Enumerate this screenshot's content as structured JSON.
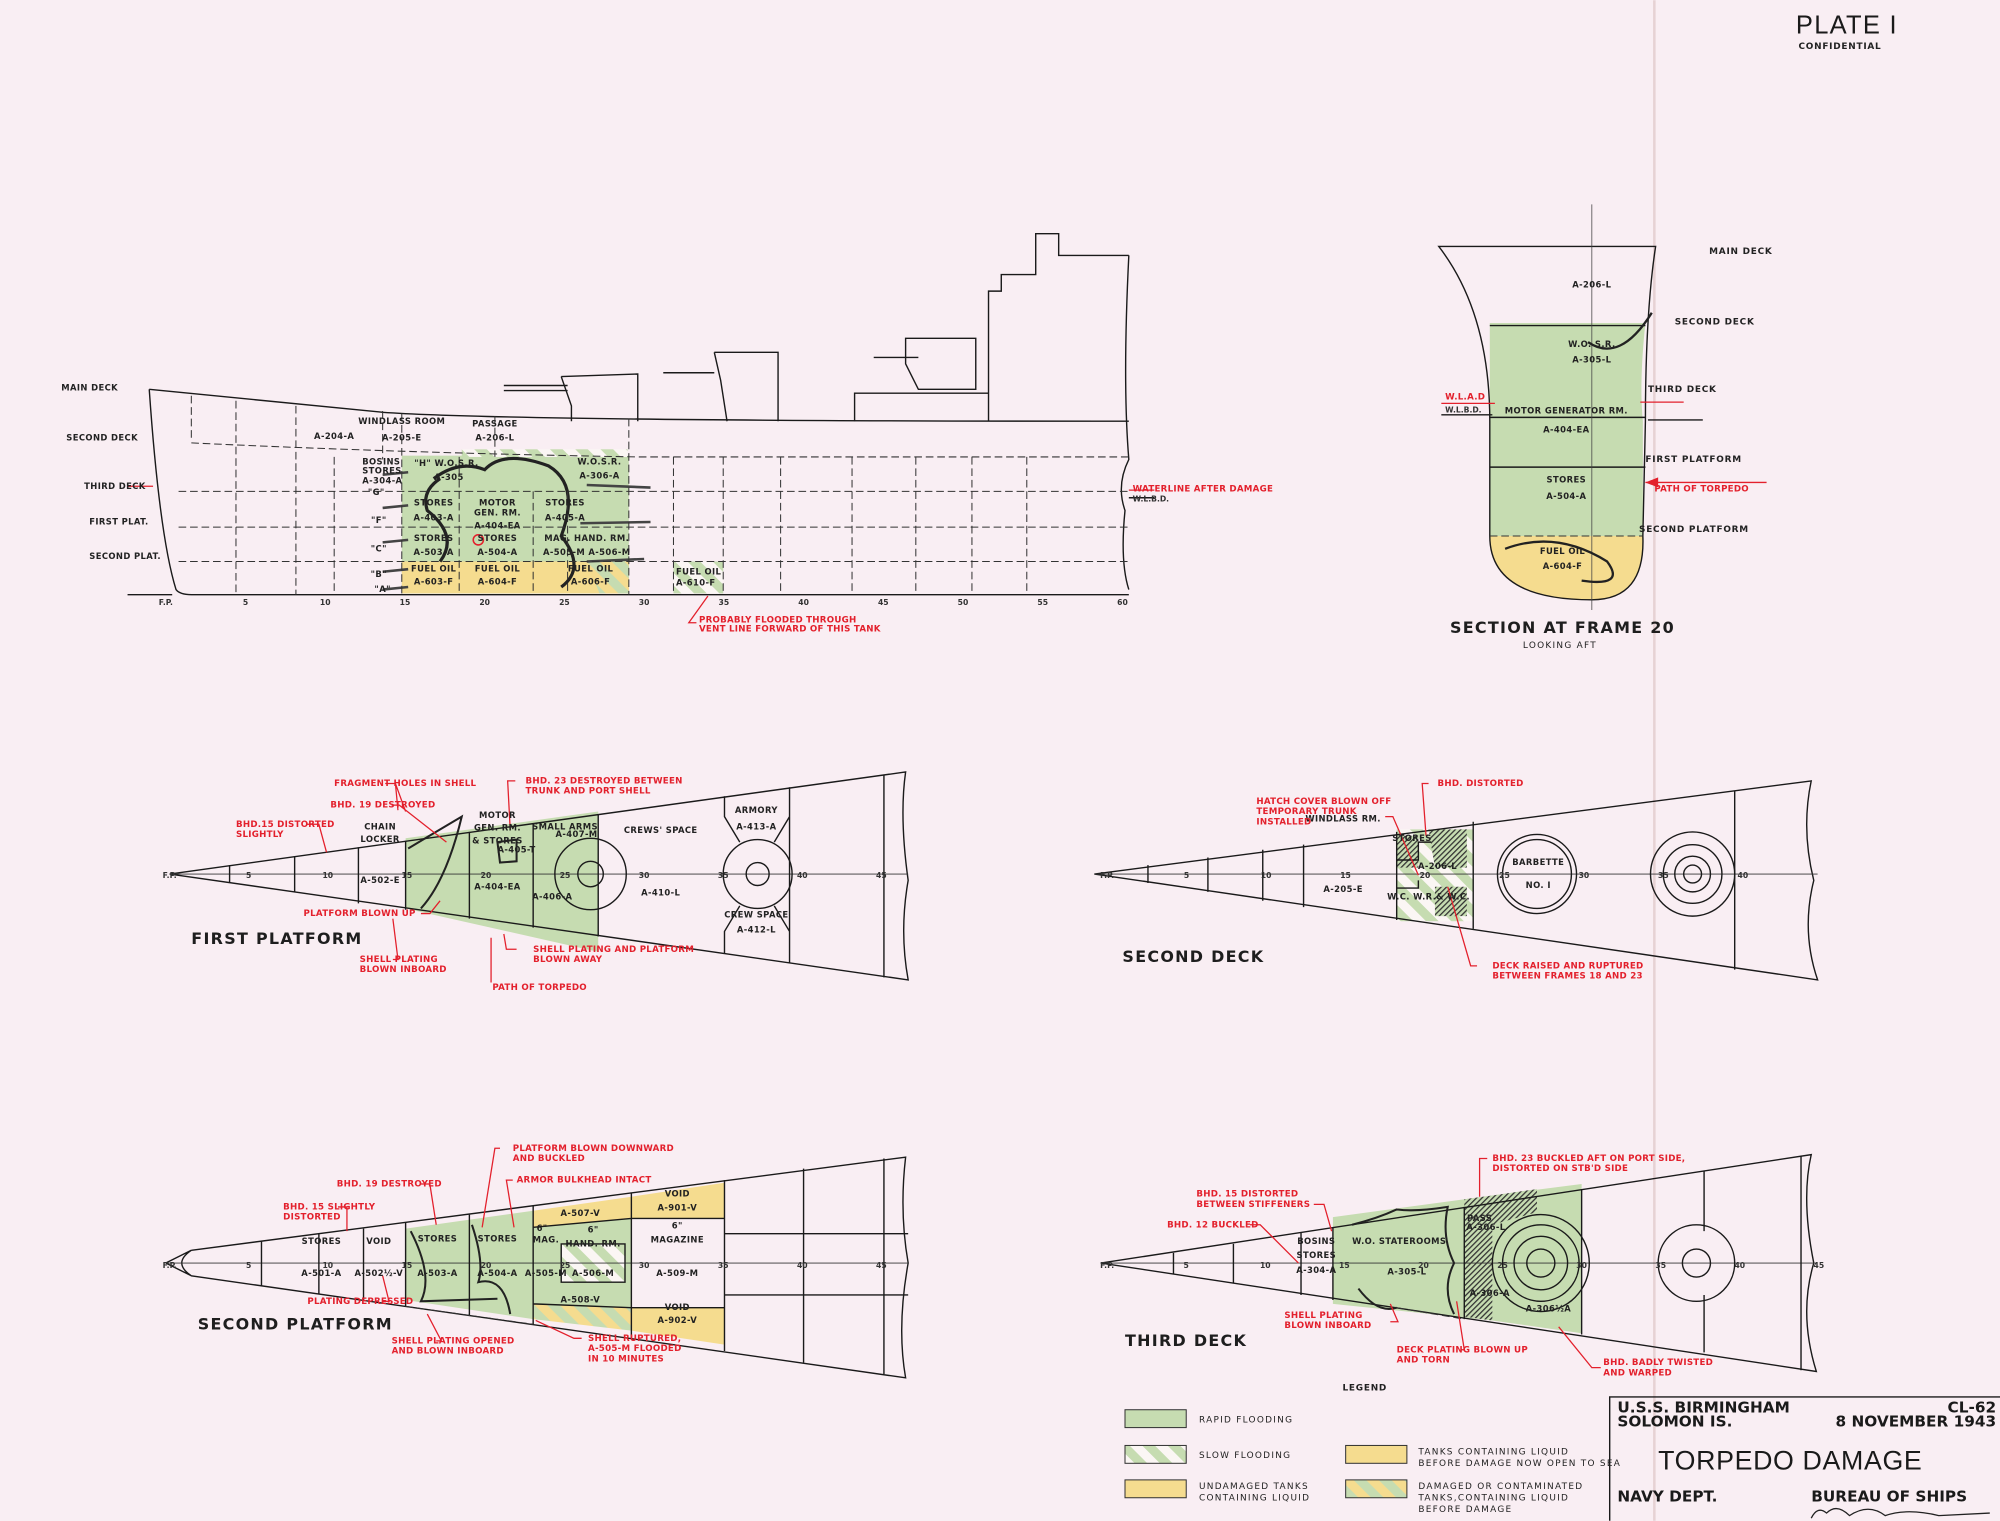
{
  "plate": {
    "title": "PLATE I",
    "classification": "CONFIDENTIAL"
  },
  "colors": {
    "background": "#f9eef3",
    "rapid_flooding": "#c6dcb1",
    "tank_liquid": "#f5dc8f",
    "annotation": "#e3202c"
  },
  "profile": {
    "deck_labels": [
      "MAIN DECK",
      "SECOND DECK",
      "THIRD DECK",
      "FIRST PLAT.",
      "SECOND PLAT."
    ],
    "frames": [
      "F.P.",
      "5",
      "10",
      "15",
      "20",
      "25",
      "30",
      "35",
      "40",
      "45",
      "50",
      "55",
      "60"
    ],
    "rooms": {
      "a204": "A-204-A",
      "windlass": [
        "WINDLASS ROOM",
        "A-205-E"
      ],
      "passage": [
        "PASSAGE",
        "A-206-L"
      ],
      "bosins": [
        "BOSINS",
        "STORES",
        "A-304-A"
      ],
      "wosr1": [
        "\"H\"  W.O.S.R.",
        "A-305"
      ],
      "wosr2": [
        "W.O.S.R.",
        "A-306-A"
      ],
      "motor": [
        "MOTOR",
        "GEN. RM.",
        "A-404-EA"
      ],
      "stores403": [
        "STORES",
        "A-403-A"
      ],
      "stores405": [
        "STORES",
        "A-405-A"
      ],
      "stores504": [
        "STORES",
        "A-504-A"
      ],
      "stores503": [
        "STORES",
        "A-503-A"
      ],
      "mag": [
        "MAG.  HAND. RM.",
        "A-505-M  A-506-M"
      ],
      "fuel603": [
        "FUEL OIL",
        "A-603-F"
      ],
      "fuel604": [
        "FUEL OIL",
        "A-604-F"
      ],
      "fuel606": [
        "FUEL OIL",
        "A-606-F"
      ],
      "fuel610": [
        "FUEL OIL",
        "A-610-F"
      ],
      "letters": [
        "\"G\"",
        "\"F\"",
        "\"C\"",
        "\"B\"",
        "\"A\""
      ]
    },
    "waterline_after": "WATERLINE AFTER DAMAGE",
    "wlbd": "W.L.B.D.",
    "note_610": [
      "PROBABLY FLOODED THROUGH",
      "VENT LINE FORWARD OF THIS TANK"
    ]
  },
  "section": {
    "title": "SECTION AT FRAME 20",
    "subtitle": "LOOKING AFT",
    "deck_labels": [
      "MAIN DECK",
      "SECOND DECK",
      "THIRD DECK",
      "FIRST PLATFORM",
      "SECOND PLATFORM"
    ],
    "path_of_torpedo": "PATH OF TORPEDO",
    "wlad": "W.L.A.D",
    "wlbd": "W.L.B.D.",
    "rooms": [
      "A-206-L",
      "W.O.  S.R.",
      "A-305-L",
      "MOTOR GENERATOR RM.",
      "A-404-EA",
      "STORES",
      "A-504-A",
      "FUEL OIL",
      "A-604-F"
    ]
  },
  "first_platform": {
    "title": "FIRST PLATFORM",
    "frames": [
      "F.P.",
      "5",
      "10",
      "15",
      "20",
      "25",
      "30",
      "35",
      "40",
      "45"
    ],
    "rooms": [
      "CHAIN",
      "LOCKER",
      "A-502-E",
      "MOTOR",
      "GEN. RM.",
      "& STORES",
      "A-404-EA",
      "SMALL ARMS",
      "A-407-M",
      "A-405-T",
      "A-406-A",
      "CREWS' SPACE",
      "A-410-L",
      "ARMORY",
      "A-413-A",
      "CREW SPACE",
      "A-412-L"
    ],
    "notes": {
      "fragment": "FRAGMENT HOLES IN SHELL",
      "bhd23": [
        "BHD. 23 DESTROYED BETWEEN",
        "TRUNK AND PORT SHELL"
      ],
      "bhd19": "BHD. 19 DESTROYED",
      "bhd15": [
        "BHD.15 DISTORTED",
        "SLIGHTLY"
      ],
      "blown_up": "PLATFORM BLOWN UP",
      "inboard": [
        "SHELL PLATING",
        "BLOWN INBOARD"
      ],
      "away": [
        "SHELL PLATING AND PLATFORM",
        "BLOWN AWAY"
      ],
      "torpedo": "PATH OF TORPEDO"
    }
  },
  "second_deck": {
    "title": "SECOND DECK",
    "frames": [
      "F.P.",
      "5",
      "10",
      "15",
      "20",
      "25",
      "30",
      "35",
      "40"
    ],
    "rooms": [
      "WINDLASS RM.",
      "A-205-E",
      "STORES",
      "A-206-L",
      "W.C. W.R.& W.C.",
      "BARBETTE",
      "NO. I"
    ],
    "notes": {
      "hatch": [
        "HATCH COVER BLOWN OFF",
        "TEMPORARY TRUNK",
        "INSTALLED"
      ],
      "bhd": "BHD. DISTORTED",
      "raised": [
        "DECK RAISED AND RUPTURED",
        "BETWEEN FRAMES 18 AND 23"
      ]
    }
  },
  "second_platform": {
    "title": "SECOND PLATFORM",
    "frames": [
      "F.P.",
      "5",
      "10",
      "15",
      "20",
      "25",
      "30",
      "35",
      "40",
      "45"
    ],
    "rooms": [
      "STORES",
      "A-501-A",
      "VOID",
      "A-502½-V",
      "STORES",
      "A-503-A",
      "STORES",
      "A-504-A",
      "6\"",
      "MAG.",
      "A-505-M",
      "6\"",
      "HAND. RM.",
      "A-506-M",
      "6\"",
      "MAGAZINE",
      "A-509-M",
      "A-507-V",
      "VOID",
      "A-901-V",
      "A-508-V",
      "VOID",
      "A-902-V"
    ],
    "notes": {
      "downward": [
        "PLATFORM BLOWN DOWNWARD",
        "AND BUCKLED"
      ],
      "bhd19": "BHD. 19 DESTROYED",
      "armor": "ARMOR BULKHEAD INTACT",
      "bhd15": [
        "BHD. 15 SLIGHTLY",
        "DISTORTED"
      ],
      "depressed": "PLATING DEPRESSED",
      "opened": [
        "SHELL PLATING OPENED",
        "AND BLOWN INBOARD"
      ],
      "ruptured": [
        "SHELL RUPTURED,",
        "A-505-M FLOODED",
        "IN 10 MINUTES"
      ]
    }
  },
  "third_deck": {
    "title": "THIRD DECK",
    "frames": [
      "F.P.",
      "5",
      "10",
      "15",
      "20",
      "25",
      "30",
      "35",
      "40",
      "45"
    ],
    "rooms": [
      "BOSINS",
      "STORES",
      "A-304-A",
      "W.O. STATEROOMS",
      "A-305-L",
      "PASS",
      "A-306-L",
      "A-306-A",
      "A-306½A"
    ],
    "notes": {
      "bhd23": [
        "BHD. 23 BUCKLED AFT ON PORT SIDE,",
        "DISTORTED ON STB'D SIDE"
      ],
      "bhd15": [
        "BHD. 15 DISTORTED",
        "BETWEEN STIFFENERS"
      ],
      "bhd12": "BHD. 12 BUCKLED",
      "inboard": [
        "SHELL PLATING",
        "BLOWN INBOARD"
      ],
      "torn": [
        "DECK PLATING BLOWN UP",
        "AND TORN"
      ],
      "twisted": [
        "BHD. BADLY TWISTED",
        "AND WARPED"
      ]
    }
  },
  "legend": {
    "title": "LEGEND",
    "items": [
      {
        "label": [
          "RAPID FLOODING"
        ]
      },
      {
        "label": [
          "SLOW FLOODING"
        ]
      },
      {
        "label": [
          "UNDAMAGED TANKS",
          "CONTAINING LIQUID"
        ]
      },
      {
        "label": [
          "TANKS CONTAINING LIQUID",
          "BEFORE DAMAGE NOW OPEN TO SEA"
        ]
      },
      {
        "label": [
          "DAMAGED OR CONTAMINATED",
          "TANKS,CONTAINING LIQUID",
          "BEFORE DAMAGE"
        ]
      }
    ]
  },
  "title_block": {
    "ship": "U.S.S. BIRMINGHAM",
    "hull": "CL-62",
    "location": "SOLOMON IS.",
    "date": "8 NOVEMBER 1943",
    "title": "TORPEDO DAMAGE",
    "dept": "NAVY DEPT.",
    "bureau": "BUREAU OF SHIPS",
    "signature": "L. A. Kniskern"
  }
}
